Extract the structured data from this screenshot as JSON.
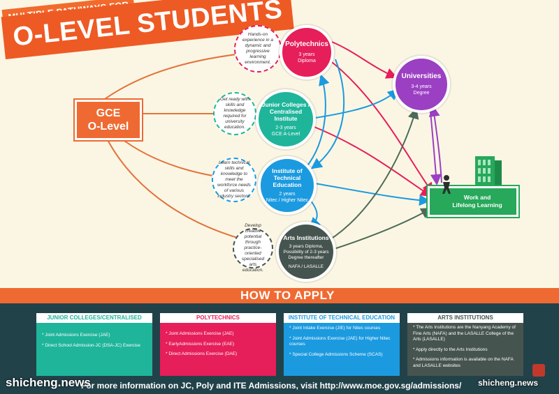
{
  "header": {
    "small_title": "MULTIPLE PATHWAYS FOR",
    "big_title": "O-LEVEL STUDENTS"
  },
  "start": {
    "line1": "GCE",
    "line2": "O-Level"
  },
  "nodes": {
    "poly": {
      "title": "Polytechnics",
      "sub1": "3 years",
      "sub2": "Diploma",
      "color": "#e61e5a"
    },
    "jc": {
      "title": "Junior Colleges / Centralised Institute",
      "sub1": "2-3 years",
      "sub2": "GCE A-Level",
      "color": "#1fb59b"
    },
    "ite": {
      "title": "Institute of Technical Education",
      "sub1": "2 years",
      "sub2": "Nitec / Higher Nitec",
      "color": "#1b9ae0"
    },
    "arts": {
      "title": "Arts Institutions",
      "sub1": "3 years Diploma, Possibility of 2-3 years Degree thereafter",
      "sub2": "NAFA / LASALLE",
      "color": "#46544f"
    },
    "uni": {
      "title": "Universities",
      "sub1": "3-4 years",
      "sub2": "Degree",
      "color": "#9b3fc3"
    }
  },
  "notes": {
    "poly": "Hands-on experience in a dynamic and progressive learning environment.",
    "jc": "Get ready with skills and knowledge required for university education.",
    "ite": "Learn technical skills and knowledge to meet the workforce needs of various industry sectors.",
    "arts": "Develop creative potential through practice-oriented specialised arts education."
  },
  "work": {
    "line1": "Work and",
    "line2": "Lifelong Learning"
  },
  "how_to_apply": "HOW TO APPLY",
  "cards": [
    {
      "title": "JUNIOR COLLEGES/CENTRALISED INSTITUTE",
      "color": "#1fb59b",
      "items": [
        "* Joint Admissions Exercise (JAE)",
        "* Direct School Admission-JC (DSA-JC) Exercise"
      ]
    },
    {
      "title": "POLYTECHNICS",
      "color": "#e61e5a",
      "items": [
        "* Joint Admissions Exercise (JAE)",
        "* EarlyAdmissions Exercise (EAE)",
        "* Direct Admissions Exercise (DAE)"
      ]
    },
    {
      "title": "INSTITUTE OF TECHNICAL EDUCATION",
      "color": "#1b9ae0",
      "items": [
        "* Joint Intake Exercise (JIE) for Nitec courses",
        "* Joint Admissions Exercise (JAE) for Higher Nitec courses",
        "* Special College Admissions Scheme (SCAS)"
      ]
    },
    {
      "title": "ARTS INSTITUTIONS",
      "color": "#46544f",
      "items": [
        "* The Arts Institutions are the Nanyang Academy of Fine Arts (NAFA) and the LASALLE College of the Arts (LASALLE)",
        "* Apply directly to the Arts Institutions",
        "* Admissions information is available on the NAFA and LASALLE websites"
      ]
    }
  ],
  "footer": "For more information on JC, Poly and ITE Admissions, visit http://www.moe.gov.sg/admissions/",
  "watermark_left": "shicheng.news",
  "watermark_right": "shicheng.news",
  "colors": {
    "orange": "#ef6a32",
    "green": "#27a85a",
    "bottom_bg": "#22424a"
  }
}
